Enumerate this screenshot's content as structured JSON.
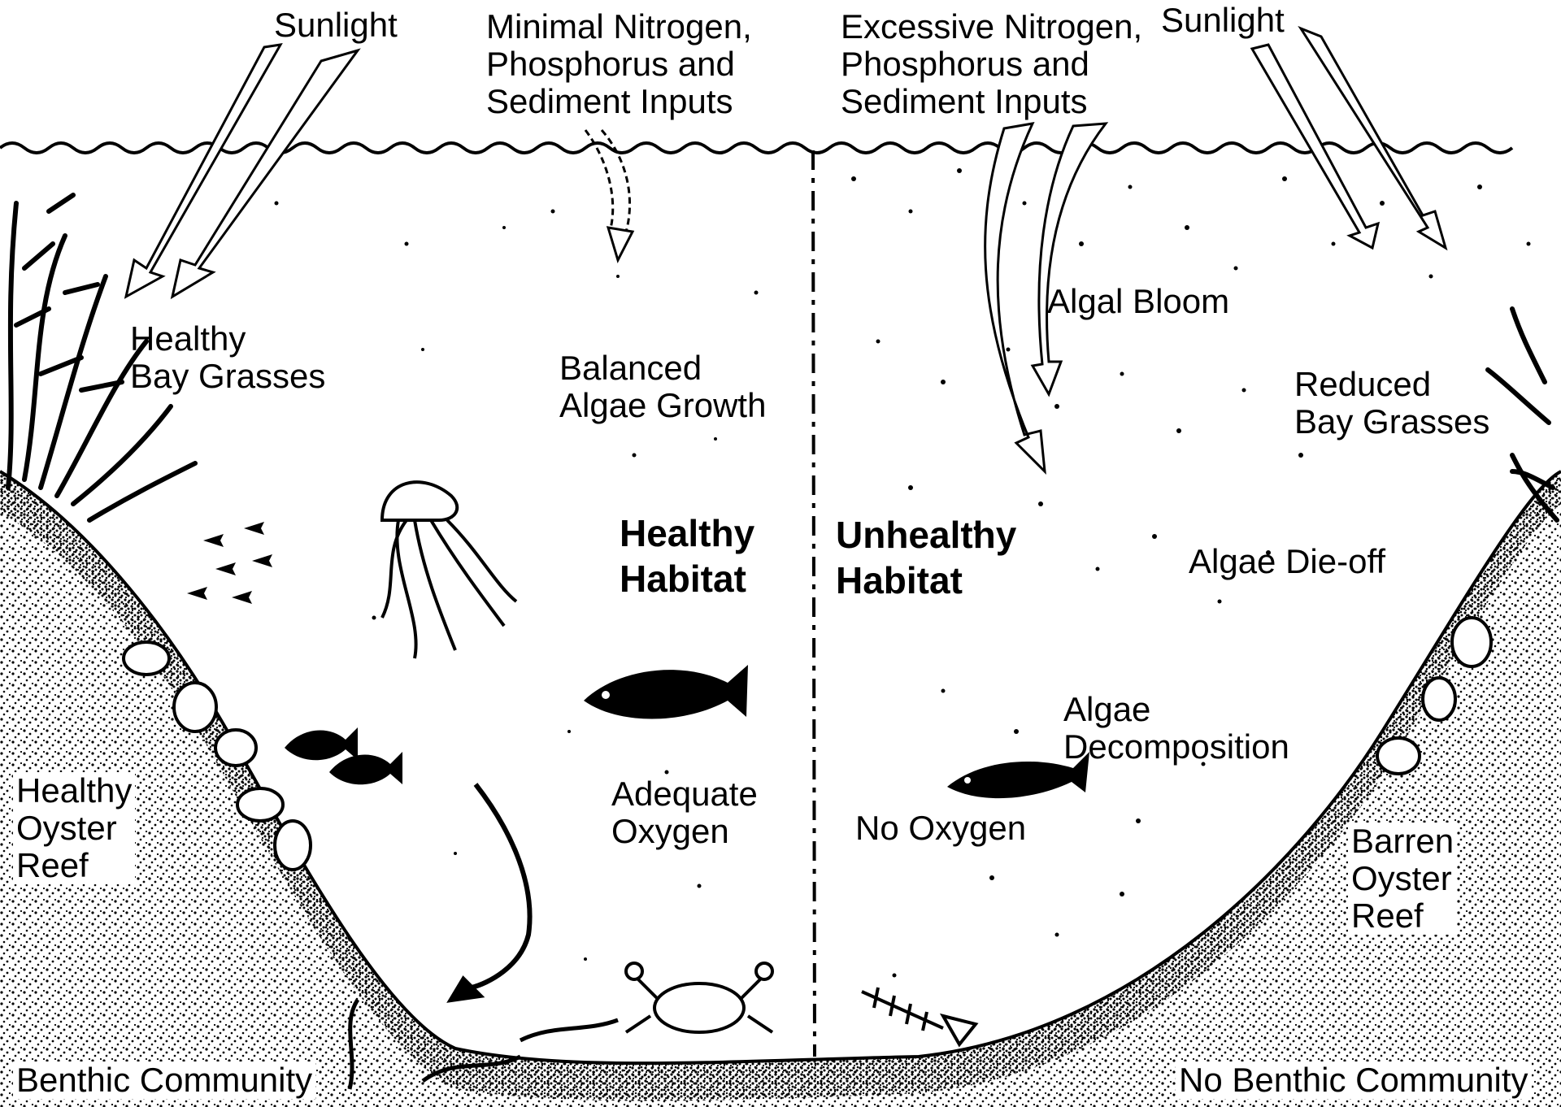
{
  "labels": {
    "sunlight_left": "Sunlight",
    "sunlight_right": "Sunlight",
    "minimal_inputs": [
      "Minimal Nitrogen,",
      "Phosphorus and",
      "Sediment Inputs"
    ],
    "excessive_inputs": [
      "Excessive Nitrogen,",
      "Phosphorus and",
      "Sediment Inputs"
    ],
    "healthy_grasses": [
      "Healthy",
      "Bay Grasses"
    ],
    "balanced_algae": [
      "Balanced",
      "Algae Growth"
    ],
    "healthy_habitat": [
      "Healthy",
      "Habitat"
    ],
    "unhealthy_habitat": [
      "Unhealthy",
      "Habitat"
    ],
    "algal_bloom": "Algal Bloom",
    "reduced_grasses": [
      "Reduced",
      "Bay Grasses"
    ],
    "algae_dieoff": "Algae Die-off",
    "algae_decomposition": [
      "Algae",
      "Decomposition"
    ],
    "adequate_oxygen": [
      "Adequate",
      "Oxygen"
    ],
    "no_oxygen": "No Oxygen",
    "healthy_reef": [
      "Healthy",
      "Oyster",
      "Reef"
    ],
    "barren_reef": [
      "Barren",
      "Oyster",
      "Reef"
    ],
    "benthic": "Benthic Community",
    "no_benthic": "No Benthic Community"
  },
  "icons": [
    "wave-surface-line",
    "sunlight-arrow-icon",
    "nutrient-arrow-icon",
    "bay-grass-icon",
    "jellyfish-icon",
    "fish-icon",
    "small-fish-icon",
    "pipefish-icon",
    "crab-icon",
    "oyster-icon",
    "dead-fish-icon",
    "sediment-stipple"
  ],
  "colors": {
    "ink": "#000000",
    "background": "#ffffff"
  }
}
